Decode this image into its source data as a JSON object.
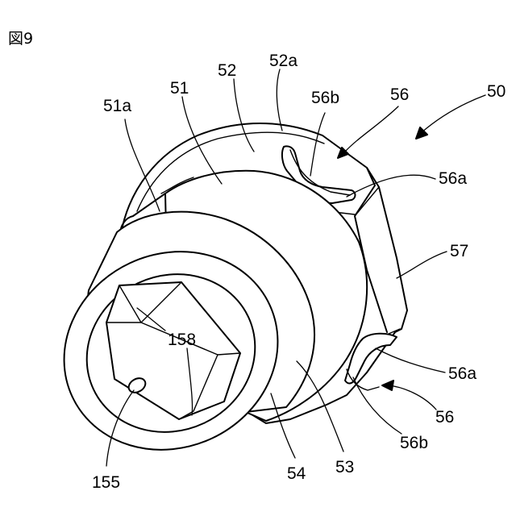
{
  "figure": {
    "title": "図9",
    "labels": {
      "l50": "50",
      "l51": "51",
      "l51a": "51a",
      "l52": "52",
      "l52a": "52a",
      "l56b_top": "56b",
      "l56_top": "56",
      "l56a_top": "56a",
      "l57": "57",
      "l56a_bottom": "56a",
      "l56_bottom": "56",
      "l56b_bottom": "56b",
      "l53": "53",
      "l54": "54",
      "l158": "158",
      "l155": "155"
    }
  }
}
